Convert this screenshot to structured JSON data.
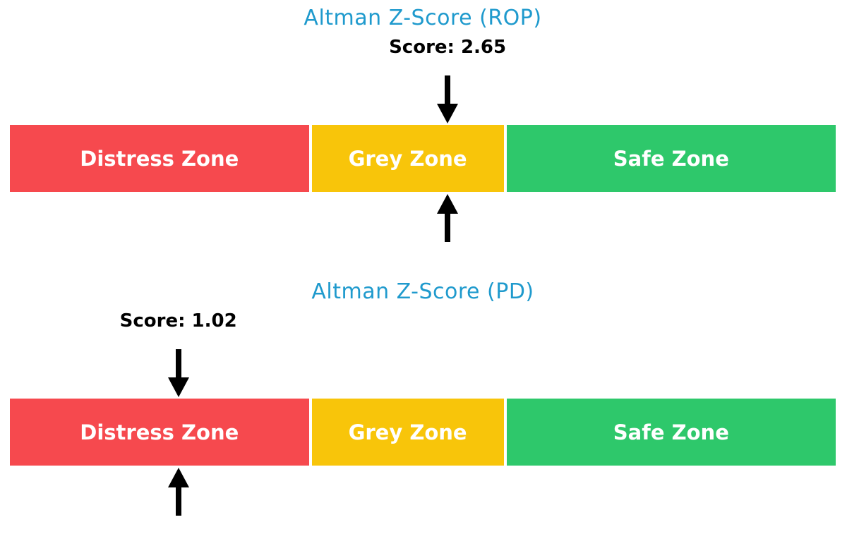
{
  "page": {
    "background": "#ffffff"
  },
  "chart_data": [
    {
      "type": "zone-gauge",
      "title": "Altman Z-Score (ROP)",
      "title_color": "#1F9ACD",
      "score": 2.65,
      "score_label": "Score: 2.65",
      "score_zone": "Grey Zone",
      "axis_range": [
        0,
        5
      ],
      "grid": false,
      "zones": [
        {
          "label": "Distress Zone",
          "from": 0,
          "to": 1.81,
          "color": "#F6494E"
        },
        {
          "label": "Grey Zone",
          "from": 1.81,
          "to": 2.99,
          "color": "#F8C50A"
        },
        {
          "label": "Safe Zone",
          "from": 2.99,
          "to": 5,
          "color": "#2EC86B"
        }
      ],
      "markers": [
        {
          "shape": "down-arrow",
          "position": "above-bar",
          "at_score": 2.65
        },
        {
          "shape": "up-arrow",
          "position": "below-bar",
          "at_score": 2.65
        }
      ]
    },
    {
      "type": "zone-gauge",
      "title": "Altman Z-Score (PD)",
      "title_color": "#1F9ACD",
      "score": 1.02,
      "score_label": "Score: 1.02",
      "score_zone": "Distress Zone",
      "axis_range": [
        0,
        5
      ],
      "grid": false,
      "zones": [
        {
          "label": "Distress Zone",
          "from": 0,
          "to": 1.81,
          "color": "#F6494E"
        },
        {
          "label": "Grey Zone",
          "from": 1.81,
          "to": 2.99,
          "color": "#F8C50A"
        },
        {
          "label": "Safe Zone",
          "from": 2.99,
          "to": 5,
          "color": "#2EC86B"
        }
      ],
      "markers": [
        {
          "shape": "down-arrow",
          "position": "above-bar",
          "at_score": 1.02
        },
        {
          "shape": "up-arrow",
          "position": "below-bar",
          "at_score": 1.02
        }
      ]
    }
  ]
}
